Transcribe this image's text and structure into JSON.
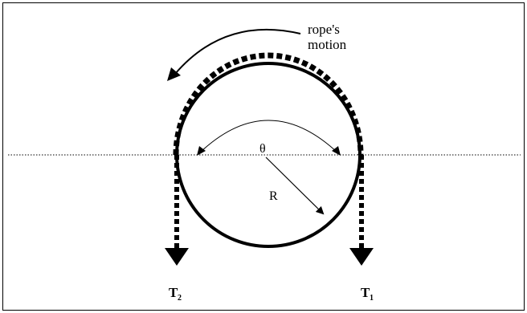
{
  "diagram": {
    "caption_line1": "rope's",
    "caption_line2": "motion",
    "angle_label": "θ",
    "radius_label": "R",
    "tension_left": {
      "letter": "T",
      "subscript": "2"
    },
    "tension_right": {
      "letter": "T",
      "subscript": "1"
    }
  }
}
